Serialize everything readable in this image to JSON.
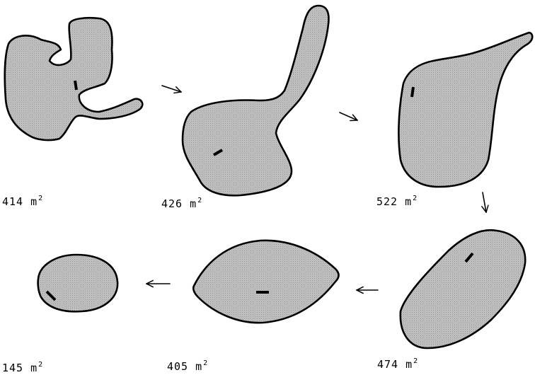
{
  "stages": [
    {
      "id": 1,
      "area_value": "414",
      "area_unit": "m",
      "area_exponent": "2"
    },
    {
      "id": 2,
      "area_value": "426",
      "area_unit": "m",
      "area_exponent": "2"
    },
    {
      "id": 3,
      "area_value": "522",
      "area_unit": "m",
      "area_exponent": "2"
    },
    {
      "id": 4,
      "area_value": "145",
      "area_unit": "m",
      "area_exponent": "2"
    },
    {
      "id": 5,
      "area_value": "405",
      "area_unit": "m",
      "area_exponent": "2"
    },
    {
      "id": 6,
      "area_value": "474",
      "area_unit": "m",
      "area_exponent": "2"
    }
  ],
  "sequence_order": [
    1,
    2,
    3,
    6,
    5,
    4
  ],
  "colors": {
    "outline": "#000000",
    "fill_stipple": "#b9b9b9",
    "background": "#ffffff"
  }
}
